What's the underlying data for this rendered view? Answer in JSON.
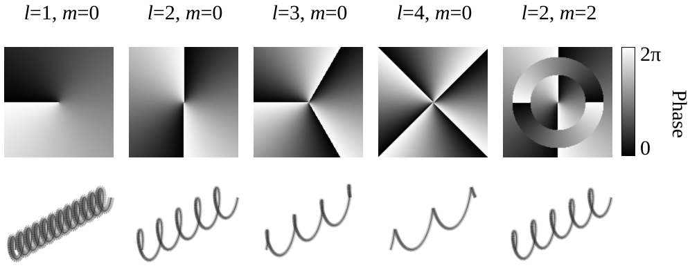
{
  "panels": [
    {
      "l_text": "l",
      "l_val": "=1, ",
      "m_text": "m",
      "m_val": "=0",
      "l": 1,
      "m": 0
    },
    {
      "l_text": "l",
      "l_val": "=2, ",
      "m_text": "m",
      "m_val": "=0",
      "l": 2,
      "m": 0
    },
    {
      "l_text": "l",
      "l_val": "=3, ",
      "m_text": "m",
      "m_val": "=0",
      "l": 3,
      "m": 0
    },
    {
      "l_text": "l",
      "l_val": "=4, ",
      "m_text": "m",
      "m_val": "=0",
      "l": 4,
      "m": 0
    },
    {
      "l_text": "l",
      "l_val": "=2, ",
      "m_text": "m",
      "m_val": "=2",
      "l": 2,
      "m": 2
    }
  ],
  "colorbar": {
    "max_label": "2π",
    "min_label": "0",
    "title": "Phase"
  }
}
